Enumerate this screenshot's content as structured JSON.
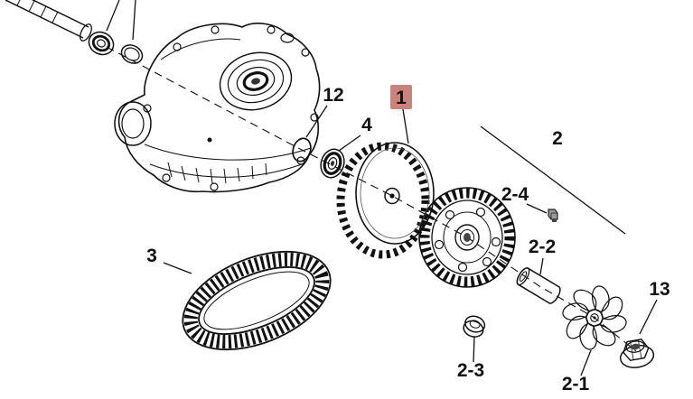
{
  "diagram": {
    "kind": "exploded parts diagram",
    "background_color": "#ffffff",
    "line_color": "#111111",
    "highlight_color": "#c9837d",
    "highlighted_part": "1"
  },
  "labels": {
    "part_1": "1",
    "part_2": "2",
    "part_2_1": "2-1",
    "part_2_2": "2-2",
    "part_2_3": "2-3",
    "part_2_4": "2-4",
    "part_3": "3",
    "part_4": "4",
    "part_12": "12",
    "part_13": "13"
  }
}
